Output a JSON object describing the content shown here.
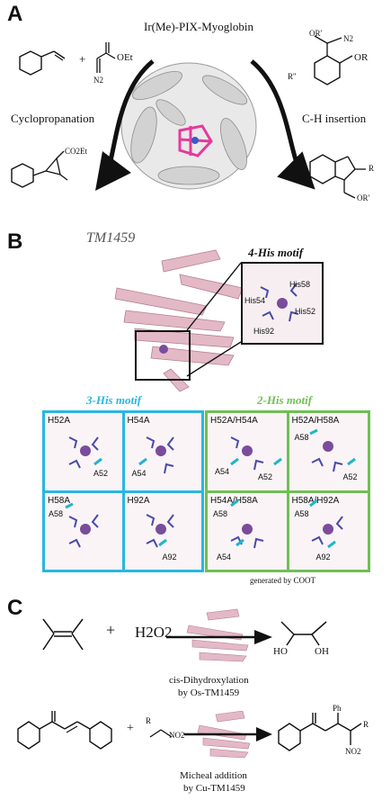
{
  "panel_a": {
    "letter": "A",
    "enzyme": "Ir(Me)-PIX-Myoglobin",
    "left_reaction": "Cyclopropanation",
    "right_reaction": "C-H insertion",
    "ester": "OEt",
    "diazo_n2": "N2",
    "product_co2et": "CO2Et",
    "right_or": "OR",
    "right_or2": "OR'",
    "right_r2": "R''",
    "right_r": "R",
    "product_r2": "R''"
  },
  "panel_b": {
    "letter": "B",
    "protein": "TM1459",
    "four_his_title": "4-His motif",
    "four_his_residues": [
      "His58",
      "His54",
      "His52",
      "His92"
    ],
    "three_his_title": "3-His motif",
    "two_his_title": "2-His motif",
    "three_his_cells": [
      {
        "name": "H52A",
        "ala": "A52"
      },
      {
        "name": "H54A",
        "ala": "A54"
      },
      {
        "name": "H58A",
        "ala": "A58"
      },
      {
        "name": "H92A",
        "ala": "A92"
      }
    ],
    "two_his_cells": [
      {
        "name": "H52A/H54A",
        "ala1": "A54",
        "ala2": "A52"
      },
      {
        "name": "H52A/H58A",
        "ala1": "A58",
        "ala2": "A52"
      },
      {
        "name": "H54A/H58A",
        "ala1": "A58",
        "ala2": "A54"
      },
      {
        "name": "H58A/H92A",
        "ala1": "A58",
        "ala2": "A92"
      }
    ],
    "credit": "generated by COOT"
  },
  "panel_c": {
    "letter": "C",
    "plus": "+",
    "h2o2": "H2O2",
    "product_ho": "HO",
    "product_oh": "OH",
    "reaction1_line1": "cis-Dihydroxylation",
    "reaction1_line2": "by Os-TM1459",
    "nitro_r": "R",
    "nitro_group": "NO2",
    "product2_ph": "Ph",
    "product2_r": "R",
    "product2_no2": "NO2",
    "reaction2_line1": "Micheal addition",
    "reaction2_line2": "by Cu-TM1459"
  },
  "colors": {
    "three_his": "#29b6e3",
    "two_his": "#6fbf55",
    "protein_pink": "#e3b9c6",
    "heme_magenta": "#e6399b",
    "metal_purple": "#7a4c9c",
    "helix_grey": "#c9c9c9"
  }
}
